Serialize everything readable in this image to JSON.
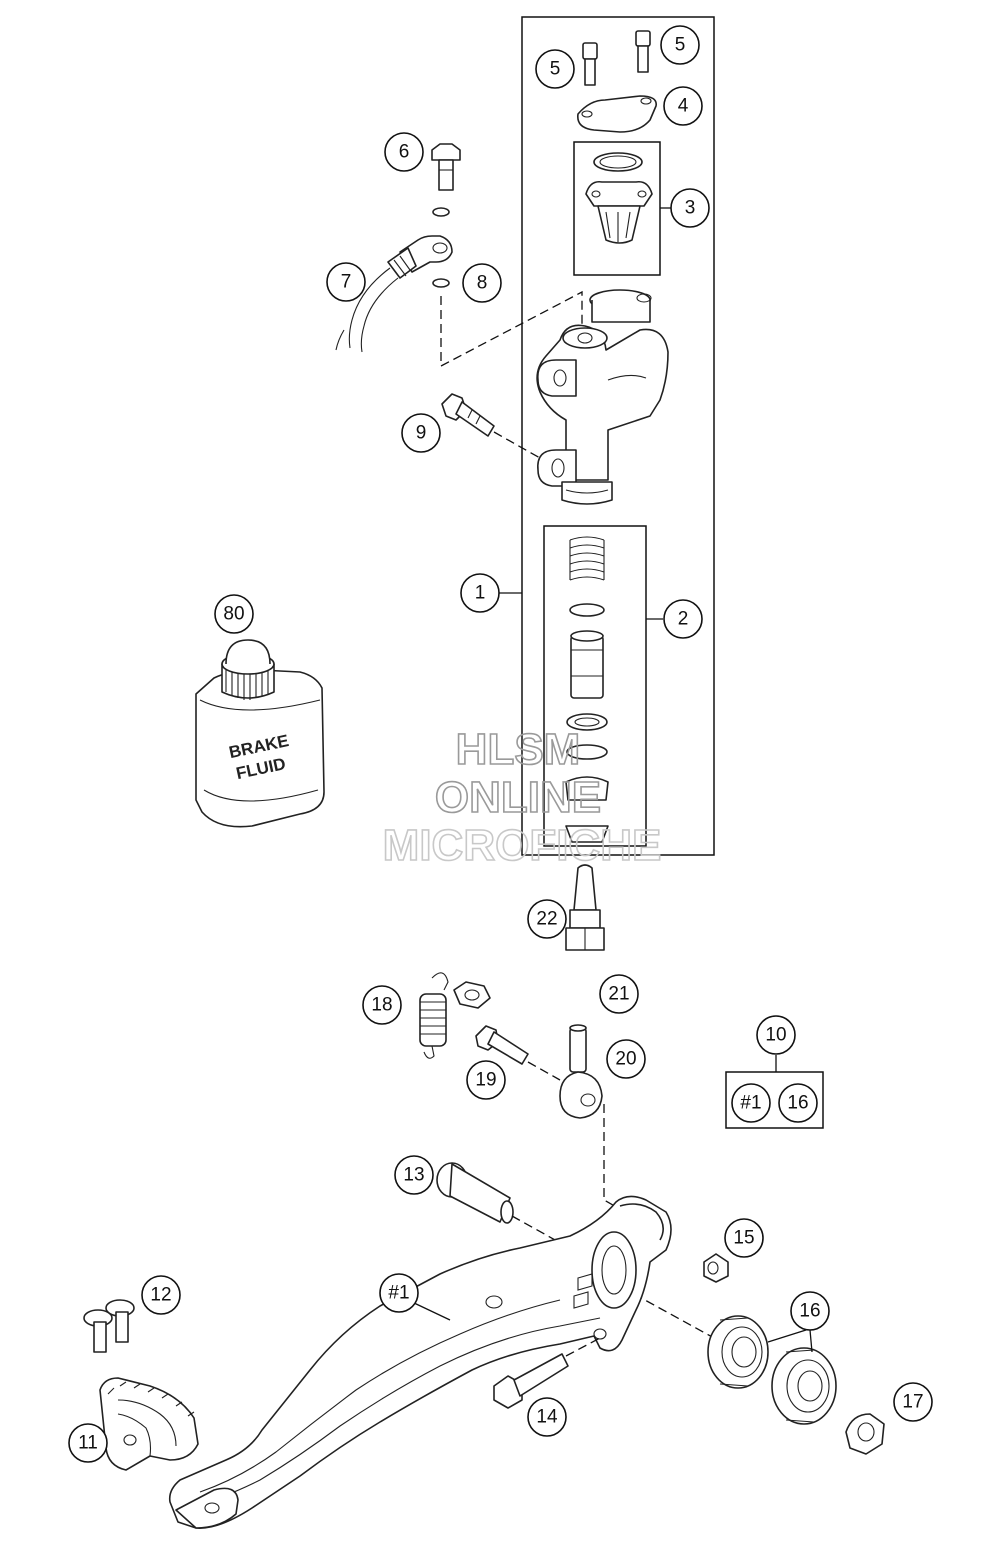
{
  "callouts": {
    "c1": "1",
    "c2": "2",
    "c3": "3",
    "c4": "4",
    "c5a": "5",
    "c5b": "5",
    "c6": "6",
    "c7": "7",
    "c8": "8",
    "c9": "9",
    "c10": "10",
    "c11": "11",
    "c12": "12",
    "c13": "13",
    "c14": "14",
    "c15": "15",
    "c16a": "16",
    "c16b": "16",
    "c17": "17",
    "c18": "18",
    "c19": "19",
    "c20": "20",
    "c21": "21",
    "c22": "22",
    "c80": "80",
    "cpedal": "#1",
    "ckit1": "#1"
  },
  "brake_fluid_can": {
    "line1": "BRAKE",
    "line2": "FLUID"
  },
  "watermark": {
    "line1": "HLSM",
    "line2": "ONLINE",
    "line3": "MICROFICHE"
  }
}
